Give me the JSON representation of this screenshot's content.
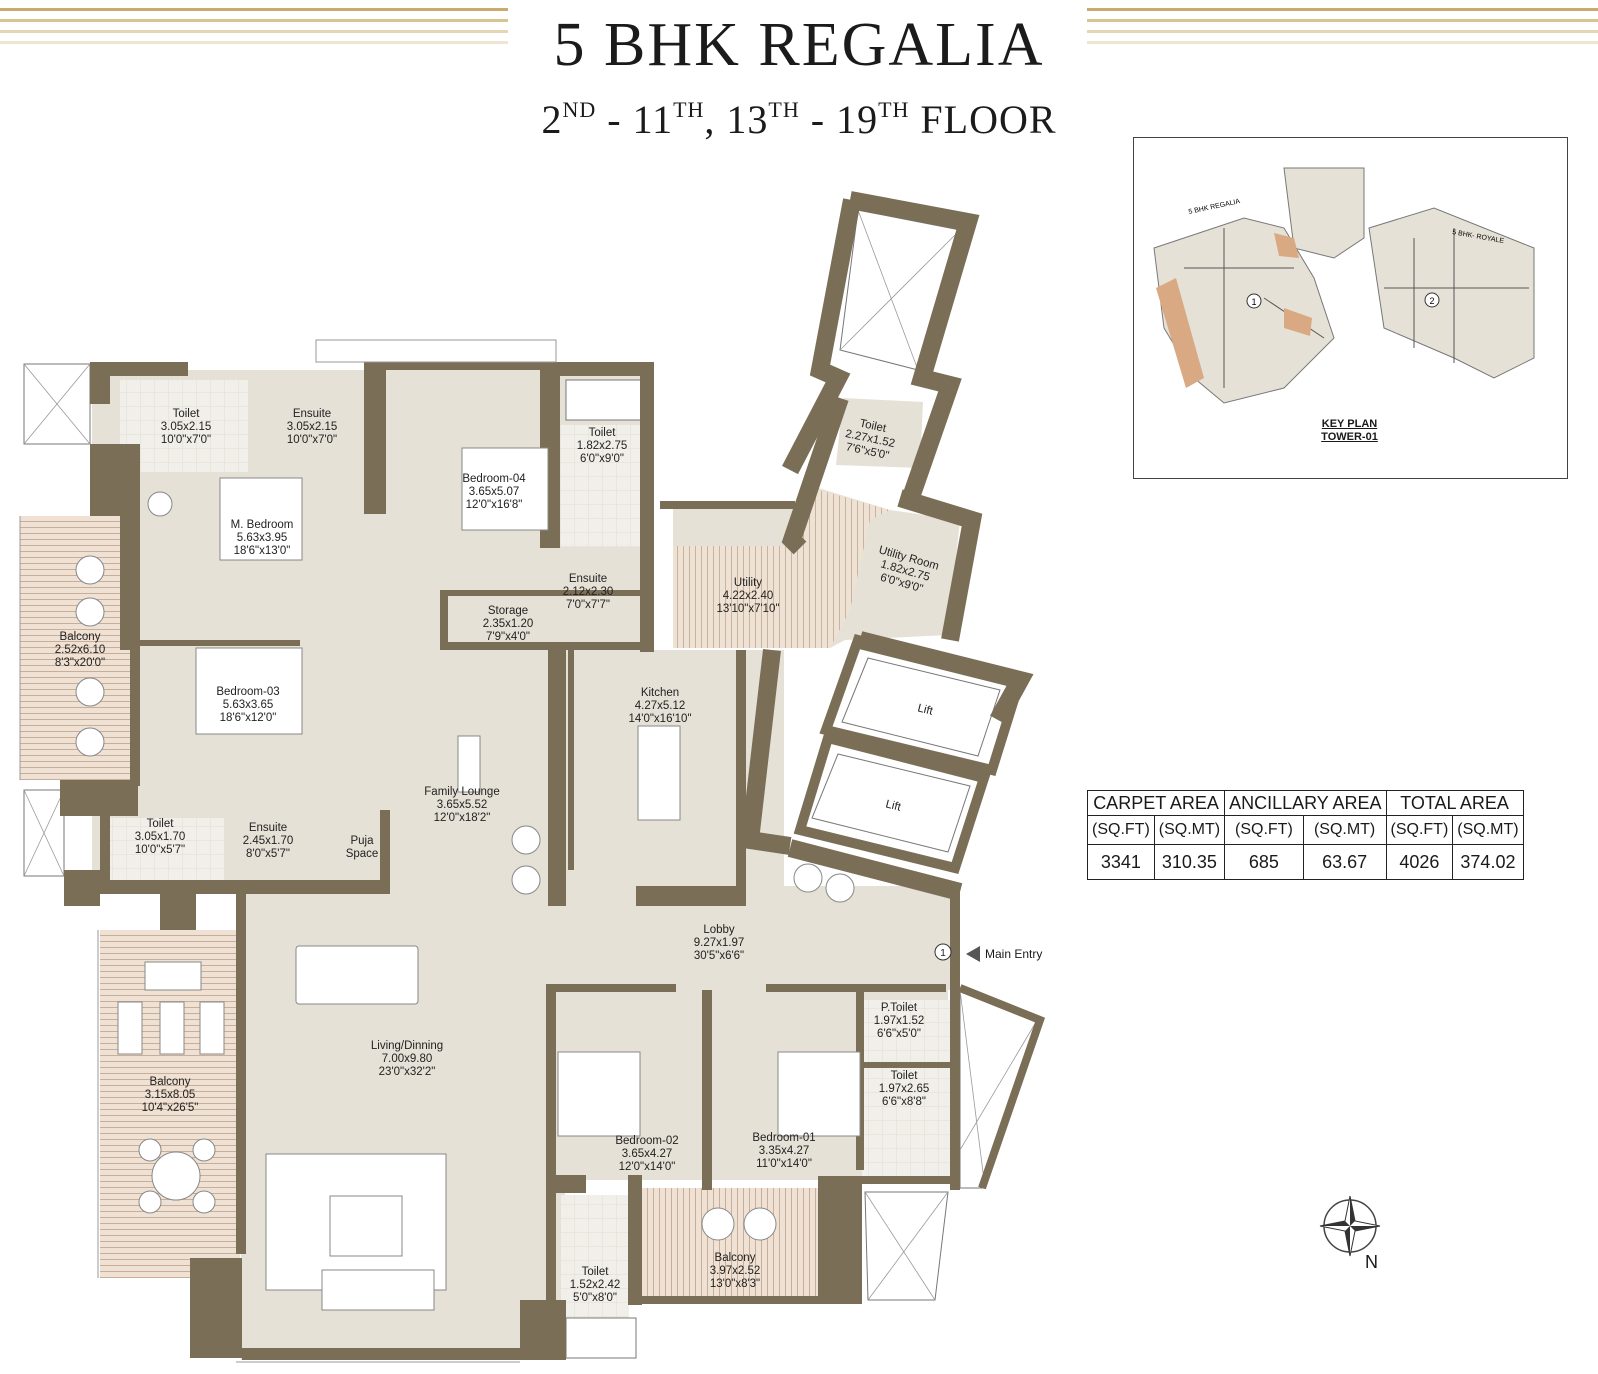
{
  "header": {
    "title": "5 BHK REGALIA",
    "floor_parts": [
      {
        "num": "2",
        "sup": "ND"
      },
      {
        "sep": " - "
      },
      {
        "num": "11",
        "sup": "TH"
      },
      {
        "sep": ", "
      },
      {
        "num": "13",
        "sup": "TH"
      },
      {
        "sep": " - "
      },
      {
        "num": "19",
        "sup": "TH"
      },
      {
        "sep": " FLOOR"
      }
    ]
  },
  "colors": {
    "wall": "#7a6e57",
    "floor": "#e6e1d6",
    "balcony": "#efe2d4",
    "stripe": "#c9ab6e",
    "wet": "#f1efe9"
  },
  "rooms": {
    "toilet_master": {
      "name": "Toilet",
      "dim": "3.05x2.15",
      "ft": "10'0\"x7'0\""
    },
    "ensuite_master": {
      "name": "Ensuite",
      "dim": "3.05x2.15",
      "ft": "10'0\"x7'0\""
    },
    "m_bedroom": {
      "name": "M. Bedroom",
      "dim": "5.63x3.95",
      "ft": "18'6\"x13'0\""
    },
    "bedroom04": {
      "name": "Bedroom-04",
      "dim": "3.65x5.07",
      "ft": "12'0\"x16'8\""
    },
    "toilet_b4": {
      "name": "Toilet",
      "dim": "1.82x2.75",
      "ft": "6'0\"x9'0\""
    },
    "ensuite_b4": {
      "name": "Ensuite",
      "dim": "2.12x2.30",
      "ft": "7'0\"x7'7\""
    },
    "storage": {
      "name": "Storage",
      "dim": "2.35x1.20",
      "ft": "7'9\"x4'0\""
    },
    "balcony_west": {
      "name": "Balcony",
      "dim": "2.52x6.10",
      "ft": "8'3\"x20'0\""
    },
    "bedroom03": {
      "name": "Bedroom-03",
      "dim": "5.63x3.65",
      "ft": "18'6\"x12'0\""
    },
    "toilet_b3": {
      "name": "Toilet",
      "dim": "3.05x1.70",
      "ft": "10'0\"x5'7\""
    },
    "ensuite_b3": {
      "name": "Ensuite",
      "dim": "2.45x1.70",
      "ft": "8'0\"x5'7\""
    },
    "puja": {
      "name": "Puja",
      "dim": "Space",
      "ft": ""
    },
    "family_lounge": {
      "name": "Family Lounge",
      "dim": "3.65x5.52",
      "ft": "12'0\"x18'2\""
    },
    "kitchen": {
      "name": "Kitchen",
      "dim": "4.27x5.12",
      "ft": "14'0\"x16'10\""
    },
    "utility": {
      "name": "Utility",
      "dim": "4.22x2.40",
      "ft": "13'10\"x7'10\""
    },
    "utility_room": {
      "name": "Utility Room",
      "dim": "1.82x2.75",
      "ft": "6'0\"x9'0\""
    },
    "toilet_util": {
      "name": "Toilet",
      "dim": "2.27x1.52",
      "ft": "7'6\"x5'0\""
    },
    "lift1": {
      "name": "Lift"
    },
    "lift2": {
      "name": "Lift"
    },
    "lobby": {
      "name": "Lobby",
      "dim": "9.27x1.97",
      "ft": "30'5\"x6'6\""
    },
    "living": {
      "name": "Living/Dinning",
      "dim": "7.00x9.80",
      "ft": "23'0\"x32'2\""
    },
    "balcony_sw": {
      "name": "Balcony",
      "dim": "3.15x8.05",
      "ft": "10'4\"x26'5\""
    },
    "bedroom02": {
      "name": "Bedroom-02",
      "dim": "3.65x4.27",
      "ft": "12'0\"x14'0\""
    },
    "bedroom01": {
      "name": "Bedroom-01",
      "dim": "3.35x4.27",
      "ft": "11'0\"x14'0\""
    },
    "p_toilet": {
      "name": "P.Toilet",
      "dim": "1.97x1.52",
      "ft": "6'6\"x5'0\""
    },
    "toilet_b1": {
      "name": "Toilet",
      "dim": "1.97x2.65",
      "ft": "6'6\"x8'8\""
    },
    "toilet_b2": {
      "name": "Toilet",
      "dim": "1.52x2.42",
      "ft": "5'0\"x8'0\""
    },
    "balcony_south": {
      "name": "Balcony",
      "dim": "3.97x2.52",
      "ft": "13'0\"x8'3\""
    }
  },
  "entry": {
    "marker": "1",
    "label": "Main Entry"
  },
  "key_plan": {
    "label_1": "5 BHK REGALIA",
    "label_2": "5 BHK- ROYALE",
    "unit_1": "1",
    "unit_2": "2",
    "caption_1": "KEY PLAN",
    "caption_2": "TOWER-01"
  },
  "area_table": {
    "headers": [
      "CARPET AREA",
      "ANCILLARY AREA",
      "TOTAL AREA"
    ],
    "units": [
      "(SQ.FT)",
      "(SQ.MT)",
      "(SQ.FT)",
      "(SQ.MT)",
      "(SQ.FT)",
      "(SQ.MT)"
    ],
    "values": [
      "3341",
      "310.35",
      "685",
      "63.67",
      "4026",
      "374.02"
    ]
  },
  "compass": {
    "label": "N"
  }
}
